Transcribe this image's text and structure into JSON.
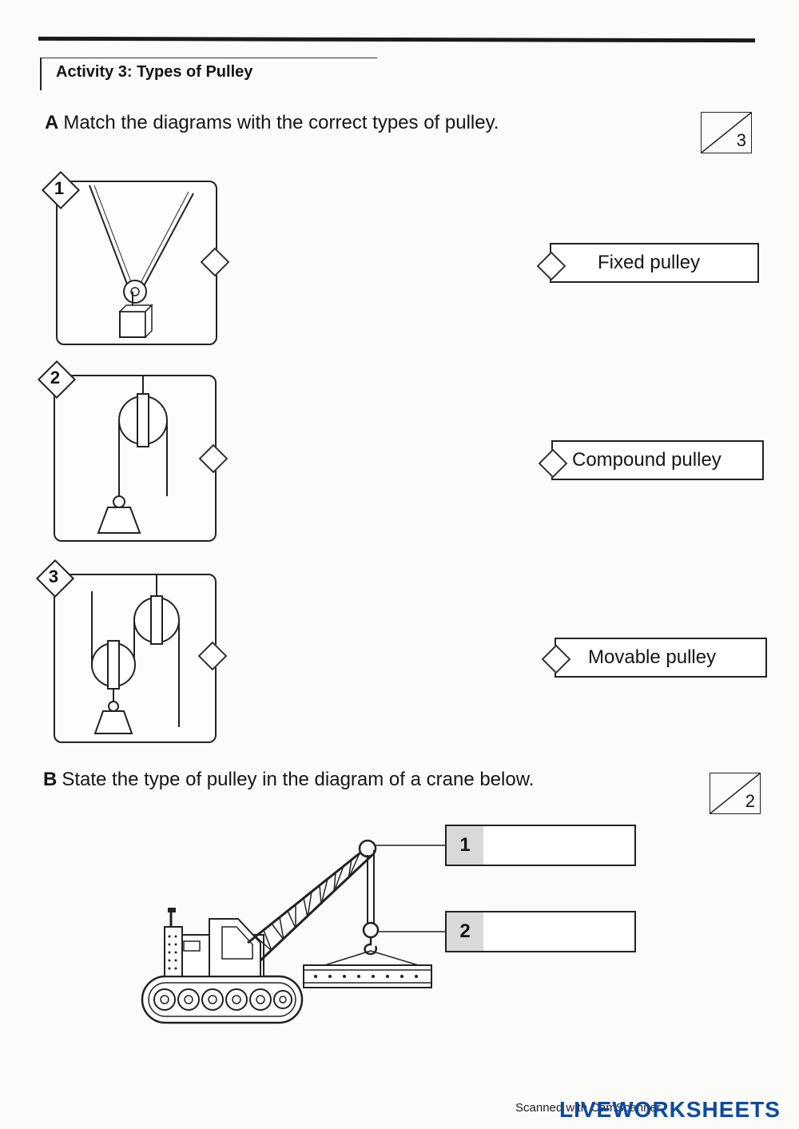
{
  "activity_title": "Activity 3: Types of Pulley",
  "section_a": {
    "letter": "A",
    "instruction": "Match the diagrams with the correct types of pulley.",
    "score_total": "3",
    "diagram_numbers": [
      "1",
      "2",
      "3"
    ],
    "pulley_types": [
      "Fixed pulley",
      "Compound pulley",
      "Movable pulley"
    ]
  },
  "section_b": {
    "letter": "B",
    "instruction": "State the type of pulley in the diagram of a crane below.",
    "score_total": "2",
    "answer_labels": [
      "1",
      "2"
    ],
    "answers": [
      "",
      ""
    ]
  },
  "footer": {
    "scanner_text": "Scanned with CamScanner",
    "brand": "LIVEWORKSHEETS"
  }
}
